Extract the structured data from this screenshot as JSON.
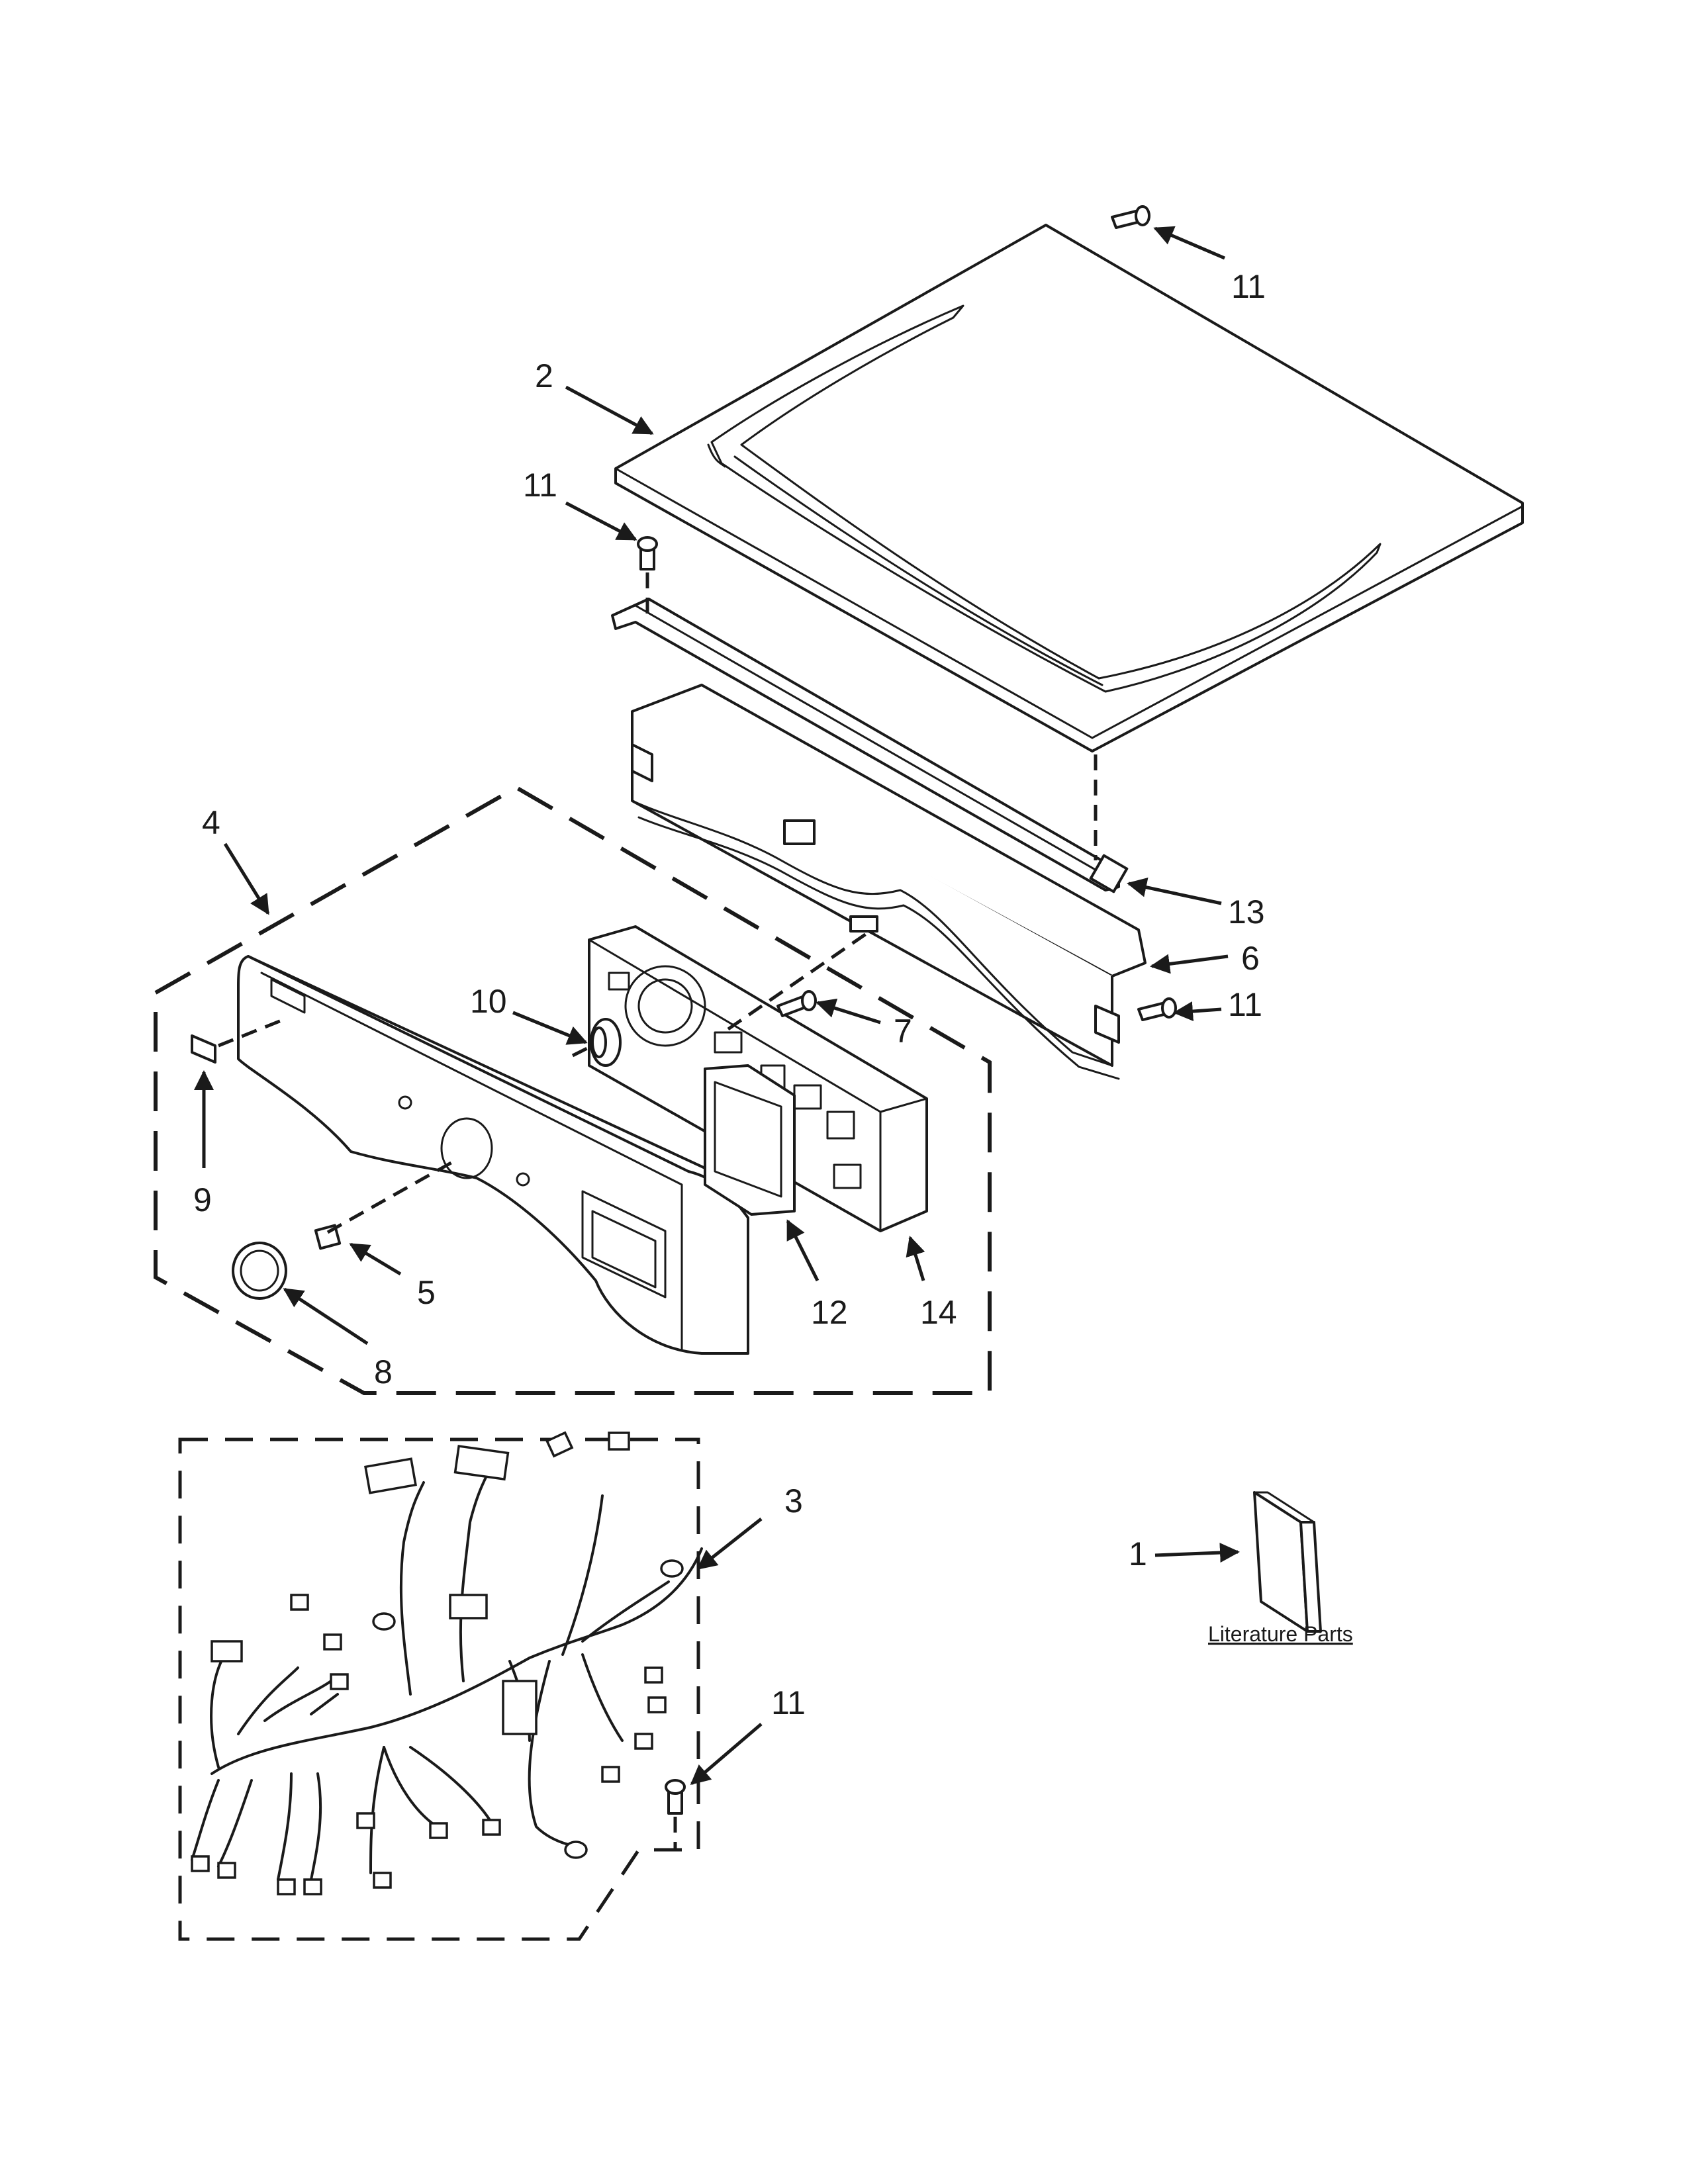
{
  "callouts": {
    "c1": "1",
    "c2": "2",
    "c3": "3",
    "c4": "4",
    "c5": "5",
    "c6": "6",
    "c7": "7",
    "c8": "8",
    "c9": "9",
    "c10": "10",
    "c11": "11",
    "c12": "12",
    "c13": "13",
    "c14": "14"
  },
  "literature_label": "Literature Parts"
}
